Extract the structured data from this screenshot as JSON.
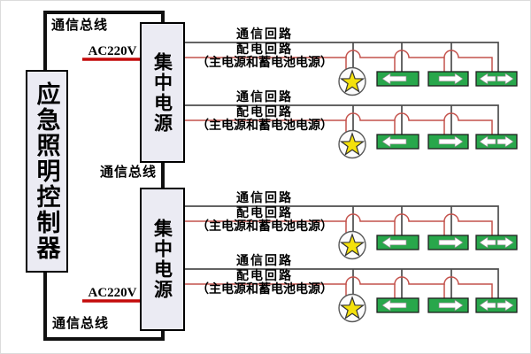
{
  "controller": {
    "label": "应急照明控制器"
  },
  "power_supplies": [
    {
      "label": "集中电源"
    },
    {
      "label": "集中电源"
    }
  ],
  "bus_labels": {
    "top": "通信总线",
    "middle": "通信总线",
    "bottom": "通信总线"
  },
  "ac_labels": {
    "top": "AC220V",
    "bottom": "AC220V"
  },
  "circuits": [
    {
      "comm_label": "通信回路",
      "power_label": "配电回路",
      "source_note": "（主电源和蓄电池电源）",
      "devices": [
        {
          "type": "star-lamp"
        },
        {
          "type": "exit-sign",
          "arrow": "left"
        },
        {
          "type": "exit-sign",
          "arrow": "right"
        },
        {
          "type": "exit-sign",
          "arrow": "left-right"
        }
      ]
    },
    {
      "comm_label": "通信回路",
      "power_label": "配电回路",
      "source_note": "（主电源和蓄电池电源）",
      "devices": [
        {
          "type": "star-lamp"
        },
        {
          "type": "exit-sign",
          "arrow": "left"
        },
        {
          "type": "exit-sign",
          "arrow": "right"
        },
        {
          "type": "exit-sign",
          "arrow": "left-right"
        }
      ]
    },
    {
      "comm_label": "通信回路",
      "power_label": "配电回路",
      "source_note": "（主电源和蓄电池电源）",
      "devices": [
        {
          "type": "star-lamp"
        },
        {
          "type": "exit-sign",
          "arrow": "left"
        },
        {
          "type": "exit-sign",
          "arrow": "right"
        },
        {
          "type": "exit-sign",
          "arrow": "left-right"
        }
      ]
    },
    {
      "comm_label": "通信回路",
      "power_label": "配电回路",
      "source_note": "（主电源和蓄电池电源）",
      "devices": [
        {
          "type": "star-lamp"
        },
        {
          "type": "exit-sign",
          "arrow": "left"
        },
        {
          "type": "exit-sign",
          "arrow": "right"
        },
        {
          "type": "exit-sign",
          "arrow": "left-right"
        }
      ]
    }
  ],
  "colors": {
    "bus_black": "#101010",
    "line_gray": "#4d4d4d",
    "wire_red": "#c4524c",
    "ac_red": "#c40a0a",
    "sign_green": "#28a74b",
    "sign_border": "#1d1d1d",
    "star_yellow": "#f4e10c",
    "lamp_fill": "#fcfcfc",
    "lamp_stroke": "#5a5a5a"
  }
}
